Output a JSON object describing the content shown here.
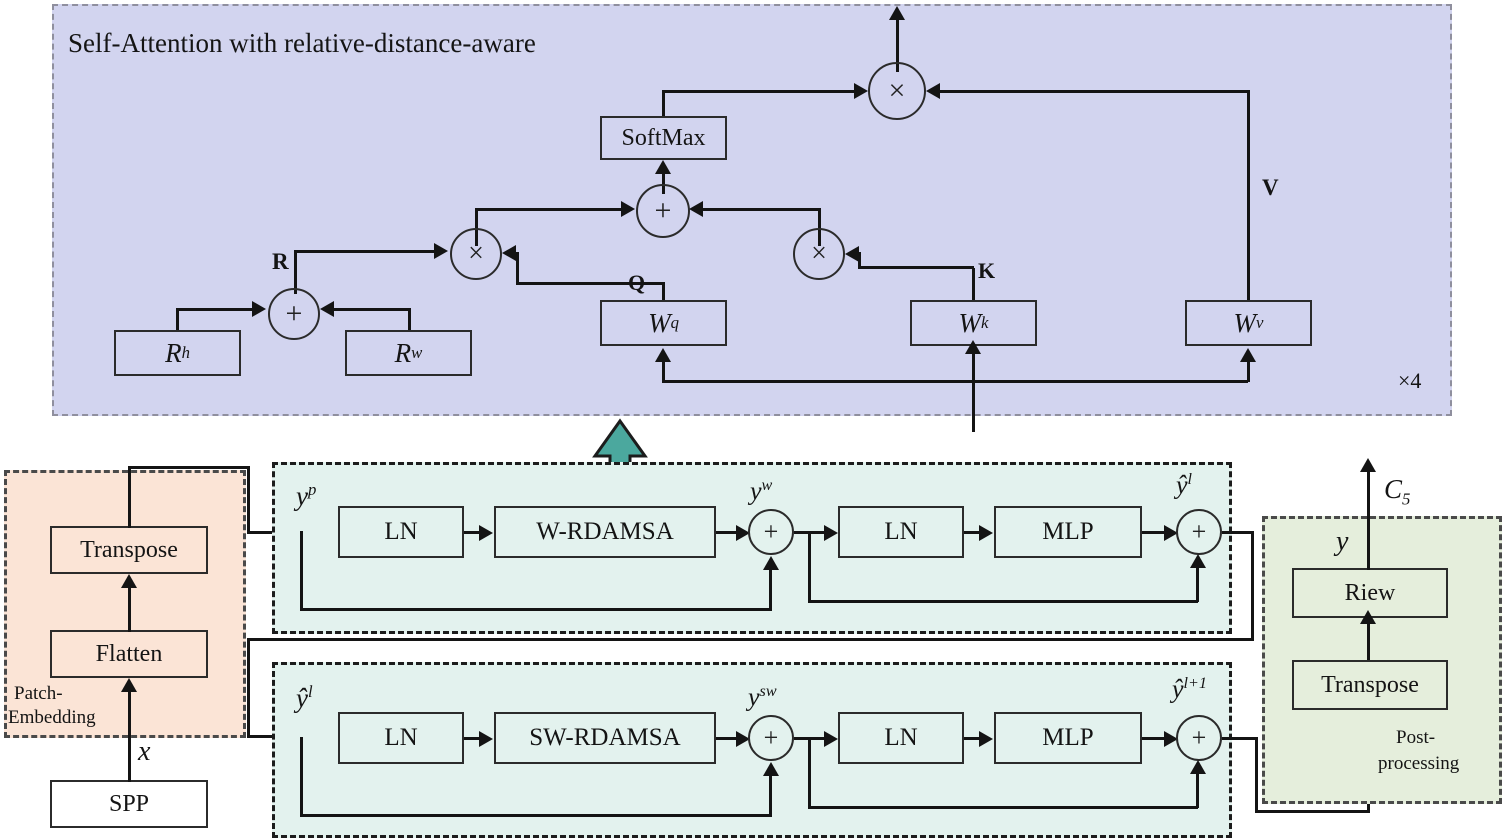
{
  "figure": {
    "type": "architecture-diagram",
    "title": "Self-Attention with relative-distance-aware"
  },
  "attention_panel": {
    "title": "Self-Attention with relative-distance-aware",
    "repeat_label": "×4",
    "boxes": [
      {
        "id": "softmax",
        "label": "SoftMax"
      },
      {
        "id": "wq",
        "base": "W",
        "subscript": "q"
      },
      {
        "id": "wk",
        "base": "W",
        "subscript": "k"
      },
      {
        "id": "wv",
        "base": "W",
        "subscript": "v"
      },
      {
        "id": "rh",
        "base": "R",
        "subscript": "h"
      },
      {
        "id": "rw",
        "base": "R",
        "subscript": "w"
      }
    ],
    "operators": [
      {
        "id": "mul-top",
        "symbol": "×"
      },
      {
        "id": "add-mid",
        "symbol": "+"
      },
      {
        "id": "mul-left",
        "symbol": "×"
      },
      {
        "id": "mul-right",
        "symbol": "×"
      },
      {
        "id": "add-r",
        "symbol": "+"
      }
    ],
    "signal_labels": {
      "r": "R",
      "q": "Q",
      "k": "K",
      "v": "V"
    }
  },
  "patch_embedding": {
    "group_label_line1": "Patch-",
    "group_label_line2": "Embedding",
    "boxes": [
      {
        "id": "transpose",
        "label": "Transpose"
      },
      {
        "id": "flatten",
        "label": "Flatten"
      }
    ],
    "input_box": {
      "id": "spp",
      "label": "SPP"
    },
    "input_signal": "x"
  },
  "block1": {
    "input_signal": {
      "base": "y",
      "sup": "p"
    },
    "mid_signal": {
      "base": "y",
      "sup": "w"
    },
    "output_signal": {
      "hat": "ŷ",
      "sup": "l"
    },
    "boxes": [
      {
        "id": "ln1",
        "label": "LN"
      },
      {
        "id": "attn",
        "label": "W-RDAMSA"
      },
      {
        "id": "ln2",
        "label": "LN"
      },
      {
        "id": "mlp",
        "label": "MLP"
      }
    ],
    "operators": [
      {
        "id": "add1",
        "symbol": "+"
      },
      {
        "id": "add2",
        "symbol": "+"
      }
    ]
  },
  "block2": {
    "input_signal": {
      "hat": "ŷ",
      "sup": "l"
    },
    "mid_signal": {
      "base": "y",
      "sup": "sw"
    },
    "output_signal": {
      "hat": "ŷ",
      "sup": "l+1"
    },
    "boxes": [
      {
        "id": "ln3",
        "label": "LN"
      },
      {
        "id": "attn2",
        "label": "SW-RDAMSA"
      },
      {
        "id": "ln4",
        "label": "LN"
      },
      {
        "id": "mlp2",
        "label": "MLP"
      }
    ],
    "operators": [
      {
        "id": "add3",
        "symbol": "+"
      },
      {
        "id": "add4",
        "symbol": "+"
      }
    ]
  },
  "post_processing": {
    "group_label_line1": "Post-",
    "group_label_line2": "processing",
    "boxes": [
      {
        "id": "riew",
        "label": "Riew"
      },
      {
        "id": "transpose2",
        "label": "Transpose"
      }
    ],
    "inner_signal": "y",
    "output_signal": {
      "base": "C",
      "sub": "5"
    }
  },
  "colors": {
    "attention_panel_fill": "#d2d4ef",
    "patch_panel_fill": "#fbe4d6",
    "transformer_panel_fill": "#e3f2ee",
    "post_panel_fill": "#e5eedc",
    "teal_arrow": "#4ba89e",
    "stroke": "#141414"
  }
}
